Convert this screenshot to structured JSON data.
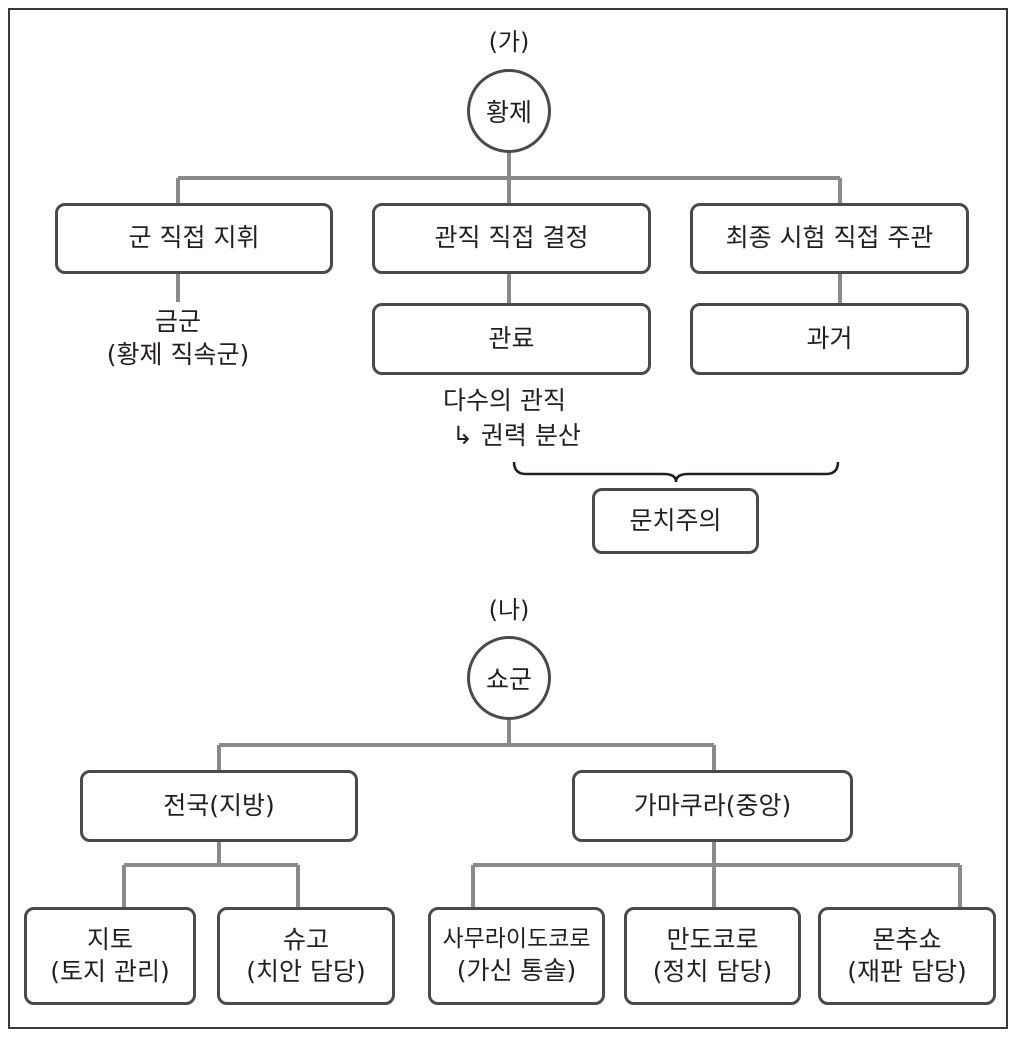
{
  "part_a": {
    "label": "(가)",
    "root": "황제",
    "branches": [
      {
        "title": "군 직접 지휘",
        "sub_line1": "금군",
        "sub_line2": "(황제 직속군)"
      },
      {
        "title": "관직 직접 결정",
        "child": "관료",
        "note_line1": "다수의 관직",
        "note_arrow": "↳",
        "note_line2": "권력 분산"
      },
      {
        "title": "최종 시험 직접 주관",
        "child": "과거"
      }
    ],
    "result": "문치주의"
  },
  "part_b": {
    "label": "(나)",
    "root": "쇼군",
    "branches": [
      {
        "title": "전국(지방)",
        "children": [
          {
            "line1": "지토",
            "line2": "(토지 관리)"
          },
          {
            "line1": "슈고",
            "line2": "(치안 담당)"
          }
        ]
      },
      {
        "title": "가마쿠라(중앙)",
        "children": [
          {
            "line1": "사무라이도코로",
            "line2": "(가신 통솔)"
          },
          {
            "line1": "만도코로",
            "line2": "(정치 담당)"
          },
          {
            "line1": "몬추쇼",
            "line2": "(재판 담당)"
          }
        ]
      }
    ]
  }
}
